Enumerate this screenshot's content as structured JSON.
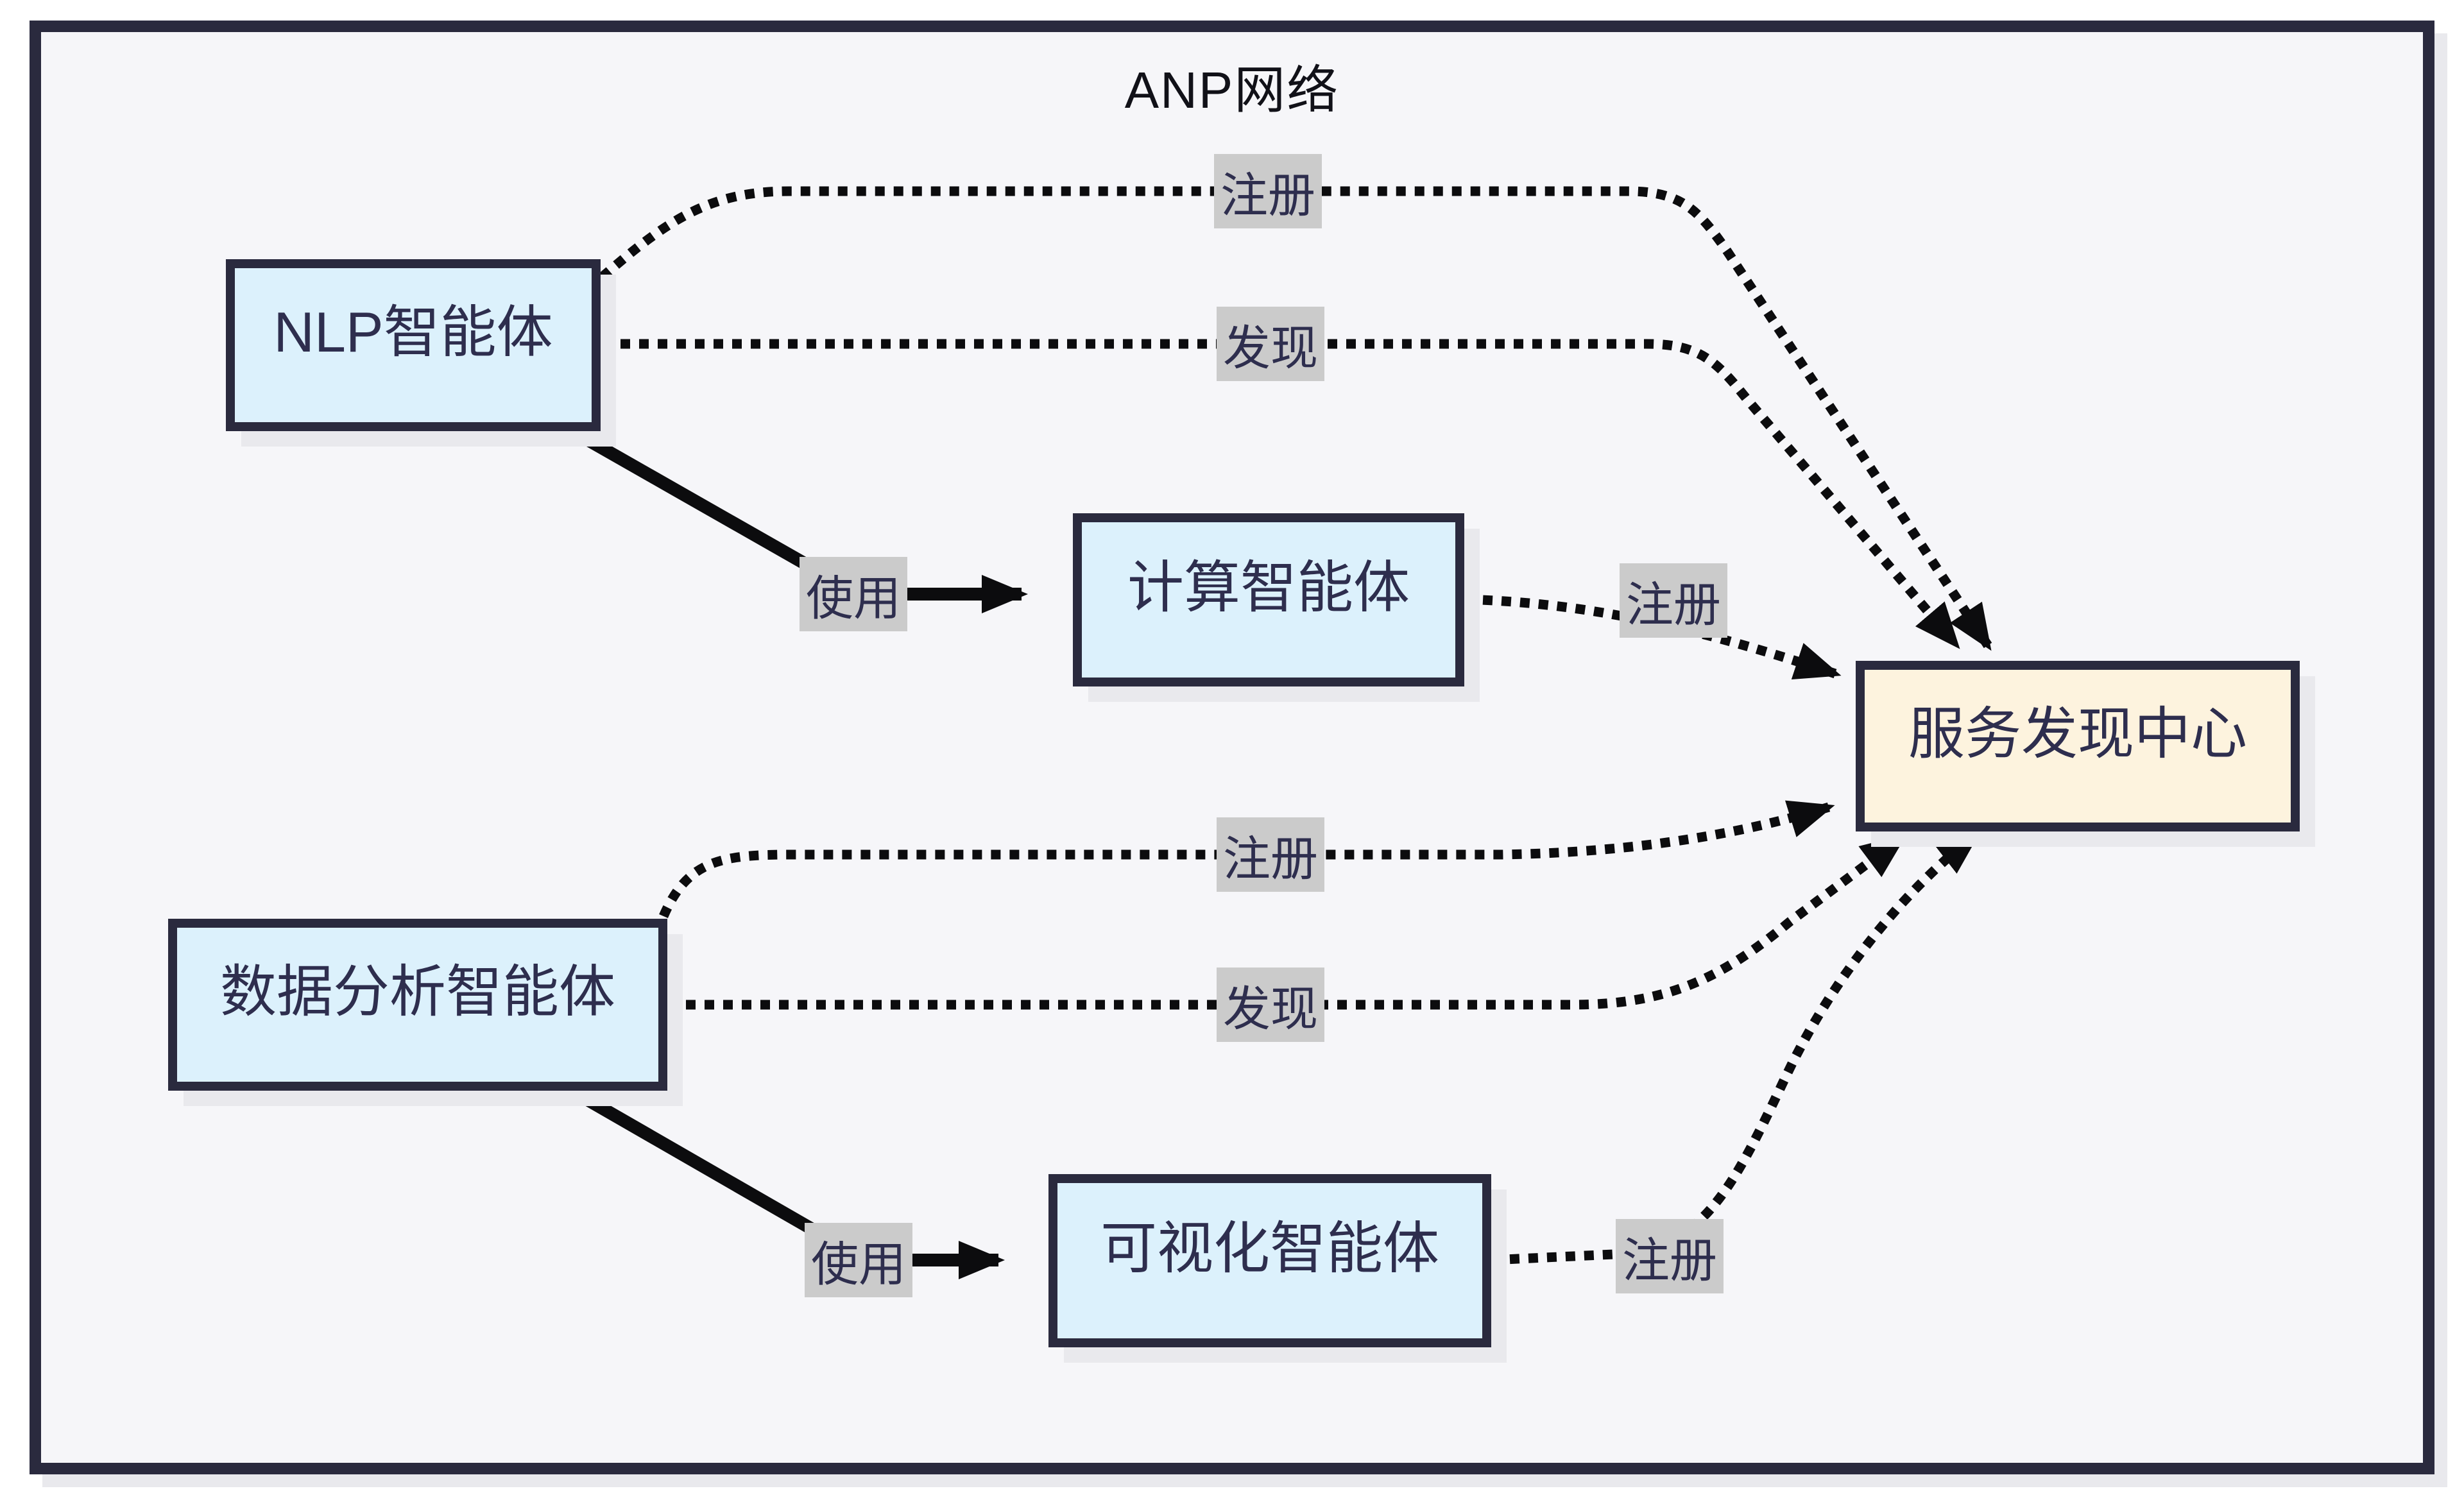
{
  "diagram": {
    "title": "ANP网络",
    "type": "flowchart",
    "nodes": [
      {
        "id": "nlp",
        "label": "NLP智能体",
        "kind": "agent"
      },
      {
        "id": "calc",
        "label": "计算智能体",
        "kind": "agent"
      },
      {
        "id": "service",
        "label": "服务发现中心",
        "kind": "discovery-center"
      },
      {
        "id": "data",
        "label": "数据分析智能体",
        "kind": "agent"
      },
      {
        "id": "viz",
        "label": "可视化智能体",
        "kind": "agent"
      }
    ],
    "edges": [
      {
        "from": "NLP智能体",
        "to": "服务发现中心",
        "label": "注册",
        "style": "dotted"
      },
      {
        "from": "NLP智能体",
        "to": "服务发现中心",
        "label": "发现",
        "style": "dotted"
      },
      {
        "from": "NLP智能体",
        "to": "计算智能体",
        "label": "使用",
        "style": "solid"
      },
      {
        "from": "计算智能体",
        "to": "服务发现中心",
        "label": "注册",
        "style": "dotted"
      },
      {
        "from": "数据分析智能体",
        "to": "服务发现中心",
        "label": "注册",
        "style": "dotted"
      },
      {
        "from": "数据分析智能体",
        "to": "服务发现中心",
        "label": "发现",
        "style": "dotted"
      },
      {
        "from": "数据分析智能体",
        "to": "可视化智能体",
        "label": "使用",
        "style": "solid"
      },
      {
        "from": "可视化智能体",
        "to": "服务发现中心",
        "label": "注册",
        "style": "dotted"
      }
    ],
    "colors": {
      "background": "#f6f6f9",
      "frame_border": "#2a2a3e",
      "agent_fill": "#dcf1fc",
      "center_fill": "#fdf3de",
      "node_border": "#2a2a3e",
      "edge_label_bg": "#cbcbcb",
      "edge_stroke": "#0c0c0e",
      "text": "#2e2e4e",
      "shadow": "#e9e9ed"
    }
  }
}
